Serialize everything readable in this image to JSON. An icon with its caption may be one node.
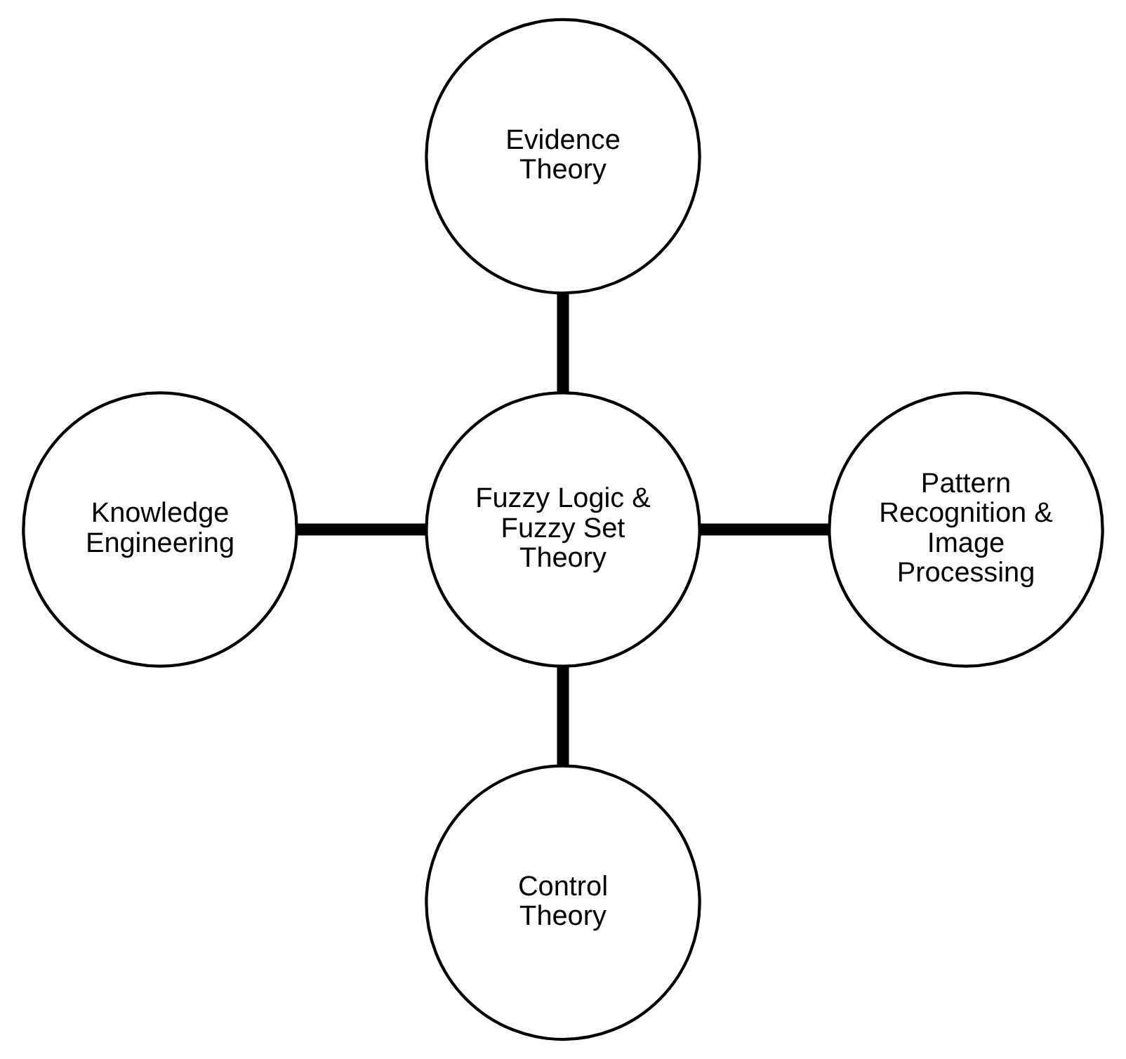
{
  "diagram": {
    "nodes": [
      {
        "text": [
          "Evidence Theory"
        ]
      },
      {
        "text": [
          "Knowledge Engineering"
        ]
      },
      {
        "text": [
          "Fuzzy Logic & Fuzzy Set Theory"
        ]
      },
      {
        "text": [
          "Pattern Recognition & Image Processing"
        ]
      },
      {
        "text": [
          "Control Theory"
        ]
      }
    ],
    "edges": [
      {
        "from": 0,
        "to": 2,
        "arrow": "none"
      },
      {
        "from": 1,
        "to": 2,
        "arrow": "none"
      },
      {
        "from": 2,
        "to": 3,
        "arrow": "none"
      },
      {
        "from": 2,
        "to": 4,
        "arrow": "none"
      }
    ]
  }
}
